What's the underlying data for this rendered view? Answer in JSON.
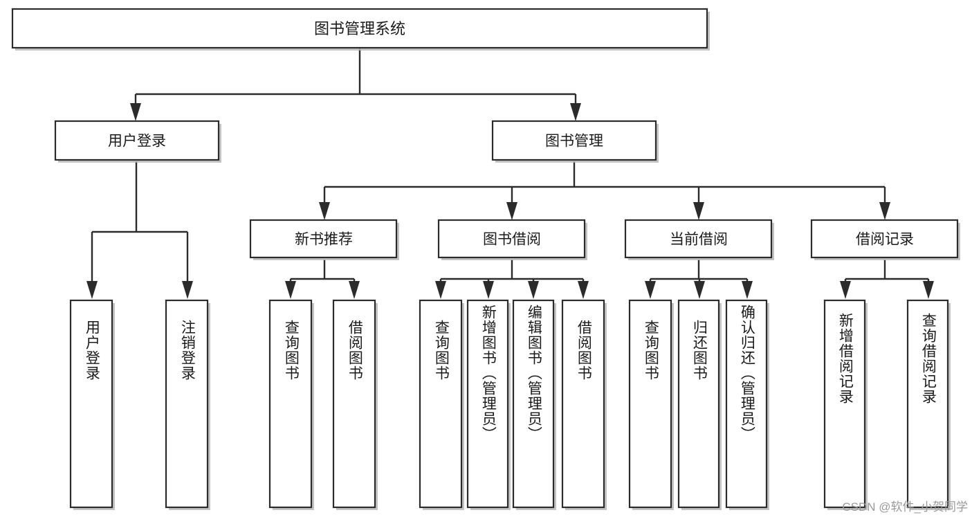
{
  "diagram": {
    "title": "图书管理系统",
    "type": "tree",
    "orientation": "top-down",
    "colors": {
      "box_fill": "#ffffff",
      "box_stroke": "#2b2b2b",
      "connector": "#2b2b2b",
      "text": "#1a1a1a",
      "background": "#ffffff",
      "watermark": "#9a9a9a"
    },
    "root": {
      "label": "图书管理系统"
    },
    "level2": [
      {
        "label": "用户登录"
      },
      {
        "label": "图书管理"
      }
    ],
    "level3": [
      {
        "label": "新书推荐"
      },
      {
        "label": "图书借阅"
      },
      {
        "label": "当前借阅"
      },
      {
        "label": "借阅记录"
      }
    ],
    "leaves": {
      "user_login": [
        {
          "label": "用户登录"
        },
        {
          "label": "注销登录"
        }
      ],
      "new_book_recommend": [
        {
          "label": "查询图书"
        },
        {
          "label": "借阅图书"
        }
      ],
      "book_borrow": [
        {
          "label": "查询图书"
        },
        {
          "label": "新增图书（管理员）"
        },
        {
          "label": "编辑图书（管理员）"
        },
        {
          "label": "借阅图书"
        }
      ],
      "current_borrow": [
        {
          "label": "查询图书"
        },
        {
          "label": "归还图书"
        },
        {
          "label": "确认归还（管理员）"
        }
      ],
      "borrow_record": [
        {
          "label": "新增借阅记录"
        },
        {
          "label": "查询借阅记录"
        }
      ]
    }
  },
  "watermark": {
    "text": "CSDN @软件_小贺同学"
  }
}
